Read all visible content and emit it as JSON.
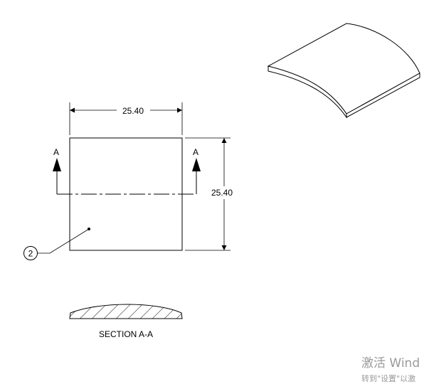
{
  "drawing": {
    "width_dimension": "25.40",
    "height_dimension": "25.40",
    "section_marker_left": "A",
    "section_marker_right": "A",
    "balloon_number": "2",
    "section_caption": "SECTION A-A"
  },
  "watermark": {
    "line1": "激活 Wind",
    "line2": "转到\"设置\"以激"
  }
}
